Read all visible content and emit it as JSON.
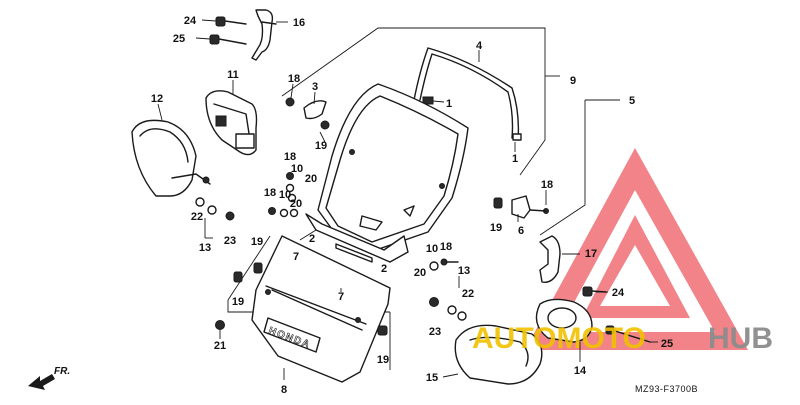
{
  "diagram": {
    "code": "MZ93-F3700B",
    "direction_label": "FR.",
    "watermark": {
      "text_left": "AUTOMOTO",
      "text_right": "HUB",
      "triangle_color": "#e8303a",
      "text_left_color": "#f2c200",
      "text_right_color": "#8c8c8c"
    },
    "callouts": [
      {
        "id": "c24a",
        "text": "24"
      },
      {
        "id": "c16",
        "text": "16"
      },
      {
        "id": "c25a",
        "text": "25"
      },
      {
        "id": "c4",
        "text": "4"
      },
      {
        "id": "c9",
        "text": "9"
      },
      {
        "id": "c5",
        "text": "5"
      },
      {
        "id": "c11",
        "text": "11"
      },
      {
        "id": "c18a",
        "text": "18"
      },
      {
        "id": "c3",
        "text": "3"
      },
      {
        "id": "c1a",
        "text": "1"
      },
      {
        "id": "c12",
        "text": "12"
      },
      {
        "id": "c19a",
        "text": "19"
      },
      {
        "id": "c1b",
        "text": "1"
      },
      {
        "id": "c18b",
        "text": "18"
      },
      {
        "id": "c10a",
        "text": "10"
      },
      {
        "id": "c20a",
        "text": "20"
      },
      {
        "id": "c18c",
        "text": "18"
      },
      {
        "id": "c10b",
        "text": "10"
      },
      {
        "id": "c20b",
        "text": "20"
      },
      {
        "id": "c18d",
        "text": "18"
      },
      {
        "id": "c22a",
        "text": "22"
      },
      {
        "id": "c19b",
        "text": "19"
      },
      {
        "id": "c6",
        "text": "6"
      },
      {
        "id": "c23a",
        "text": "23"
      },
      {
        "id": "c13a",
        "text": "13"
      },
      {
        "id": "c2a",
        "text": "2"
      },
      {
        "id": "c19c",
        "text": "19"
      },
      {
        "id": "c7a",
        "text": "7"
      },
      {
        "id": "c2b",
        "text": "2"
      },
      {
        "id": "c10c",
        "text": "10"
      },
      {
        "id": "c18e",
        "text": "18"
      },
      {
        "id": "c20c",
        "text": "20"
      },
      {
        "id": "c17",
        "text": "17"
      },
      {
        "id": "c13b",
        "text": "13"
      },
      {
        "id": "c7b",
        "text": "7"
      },
      {
        "id": "c19d",
        "text": "19"
      },
      {
        "id": "c22b",
        "text": "22"
      },
      {
        "id": "c24b",
        "text": "24"
      },
      {
        "id": "c21",
        "text": "21"
      },
      {
        "id": "c23b",
        "text": "23"
      },
      {
        "id": "c19e",
        "text": "19"
      },
      {
        "id": "c25b",
        "text": "25"
      },
      {
        "id": "c14",
        "text": "14"
      },
      {
        "id": "c8",
        "text": "8"
      },
      {
        "id": "c15",
        "text": "15"
      }
    ],
    "emblem_text": "HONDA"
  }
}
